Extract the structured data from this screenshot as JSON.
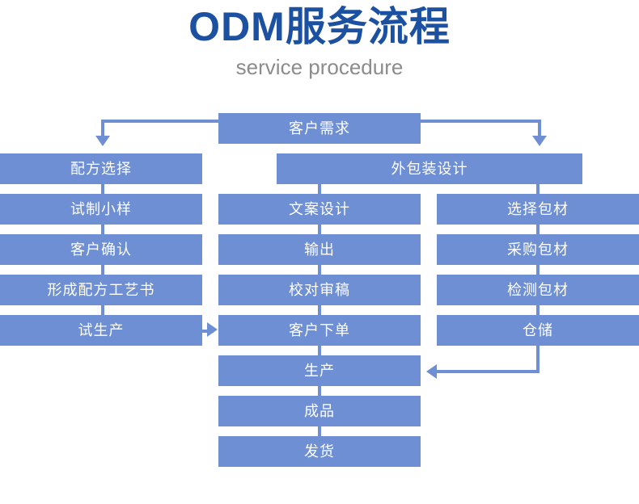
{
  "header": {
    "title": "ODM服务流程",
    "subtitle": "service procedure",
    "title_color": "#1C51A2",
    "subtitle_color": "#8C8C8C"
  },
  "theme": {
    "box_fill": "#6E8FD3",
    "box_text": "#FFFFFF",
    "connector": "#6E8FD3",
    "background": "#FFFFFF"
  },
  "chart_data": {
    "type": "diagram",
    "title": "ODM服务流程",
    "subtitle": "service procedure",
    "nodes": [
      {
        "id": "n0",
        "label": "客户需求",
        "column": "top",
        "row": 0
      },
      {
        "id": "n1",
        "label": "配方选择",
        "column": "left",
        "row": 1
      },
      {
        "id": "n2",
        "label": "试制小样",
        "column": "left",
        "row": 2
      },
      {
        "id": "n3",
        "label": "客户确认",
        "column": "left",
        "row": 3
      },
      {
        "id": "n4",
        "label": "形成配方工艺书",
        "column": "left",
        "row": 4
      },
      {
        "id": "n5",
        "label": "试生产",
        "column": "left",
        "row": 5
      },
      {
        "id": "n6",
        "label": "外包装设计",
        "column": "wide",
        "row": 1
      },
      {
        "id": "n7",
        "label": "文案设计",
        "column": "middle",
        "row": 2
      },
      {
        "id": "n8",
        "label": "输出",
        "column": "middle",
        "row": 3
      },
      {
        "id": "n9",
        "label": "校对审稿",
        "column": "middle",
        "row": 4
      },
      {
        "id": "n10",
        "label": "客户下单",
        "column": "middle",
        "row": 5
      },
      {
        "id": "n11",
        "label": "生产",
        "column": "middle",
        "row": 6
      },
      {
        "id": "n12",
        "label": "成品",
        "column": "middle",
        "row": 7
      },
      {
        "id": "n13",
        "label": "发货",
        "column": "middle",
        "row": 8
      },
      {
        "id": "n14",
        "label": "选择包材",
        "column": "right",
        "row": 2
      },
      {
        "id": "n15",
        "label": "采购包材",
        "column": "right",
        "row": 3
      },
      {
        "id": "n16",
        "label": "检测包材",
        "column": "right",
        "row": 4
      },
      {
        "id": "n17",
        "label": "仓储",
        "column": "right",
        "row": 5
      }
    ],
    "edges": [
      {
        "from": "n0",
        "to": "n1",
        "style": "elbow-left-down",
        "arrow": "down"
      },
      {
        "from": "n0",
        "to": "n6",
        "style": "elbow-right-down",
        "arrow": "down"
      },
      {
        "from": "n1",
        "to": "n2",
        "style": "straight"
      },
      {
        "from": "n2",
        "to": "n3",
        "style": "straight"
      },
      {
        "from": "n3",
        "to": "n4",
        "style": "straight"
      },
      {
        "from": "n4",
        "to": "n5",
        "style": "straight"
      },
      {
        "from": "n5",
        "to": "n10",
        "style": "horizontal",
        "arrow": "right"
      },
      {
        "from": "n6",
        "to": "n7",
        "style": "straight"
      },
      {
        "from": "n6",
        "to": "n14",
        "style": "straight"
      },
      {
        "from": "n7",
        "to": "n8",
        "style": "straight"
      },
      {
        "from": "n8",
        "to": "n9",
        "style": "straight"
      },
      {
        "from": "n9",
        "to": "n10",
        "style": "straight"
      },
      {
        "from": "n10",
        "to": "n11",
        "style": "straight"
      },
      {
        "from": "n11",
        "to": "n12",
        "style": "straight"
      },
      {
        "from": "n12",
        "to": "n13",
        "style": "straight"
      },
      {
        "from": "n14",
        "to": "n15",
        "style": "straight"
      },
      {
        "from": "n15",
        "to": "n16",
        "style": "straight"
      },
      {
        "from": "n16",
        "to": "n17",
        "style": "straight"
      },
      {
        "from": "n17",
        "to": "n11",
        "style": "elbow-down-left",
        "arrow": "left"
      }
    ]
  },
  "flow": {
    "customer_demand": "客户需求",
    "outer_package_design": "外包装设计",
    "left_column": [
      "配方选择",
      "试制小样",
      "客户确认",
      "形成配方工艺书",
      "试生产"
    ],
    "middle_column": [
      "文案设计",
      "输出",
      "校对审稿",
      "客户下单",
      "生产",
      "成品",
      "发货"
    ],
    "right_column": [
      "选择包材",
      "采购包材",
      "检测包材",
      "仓储"
    ]
  }
}
